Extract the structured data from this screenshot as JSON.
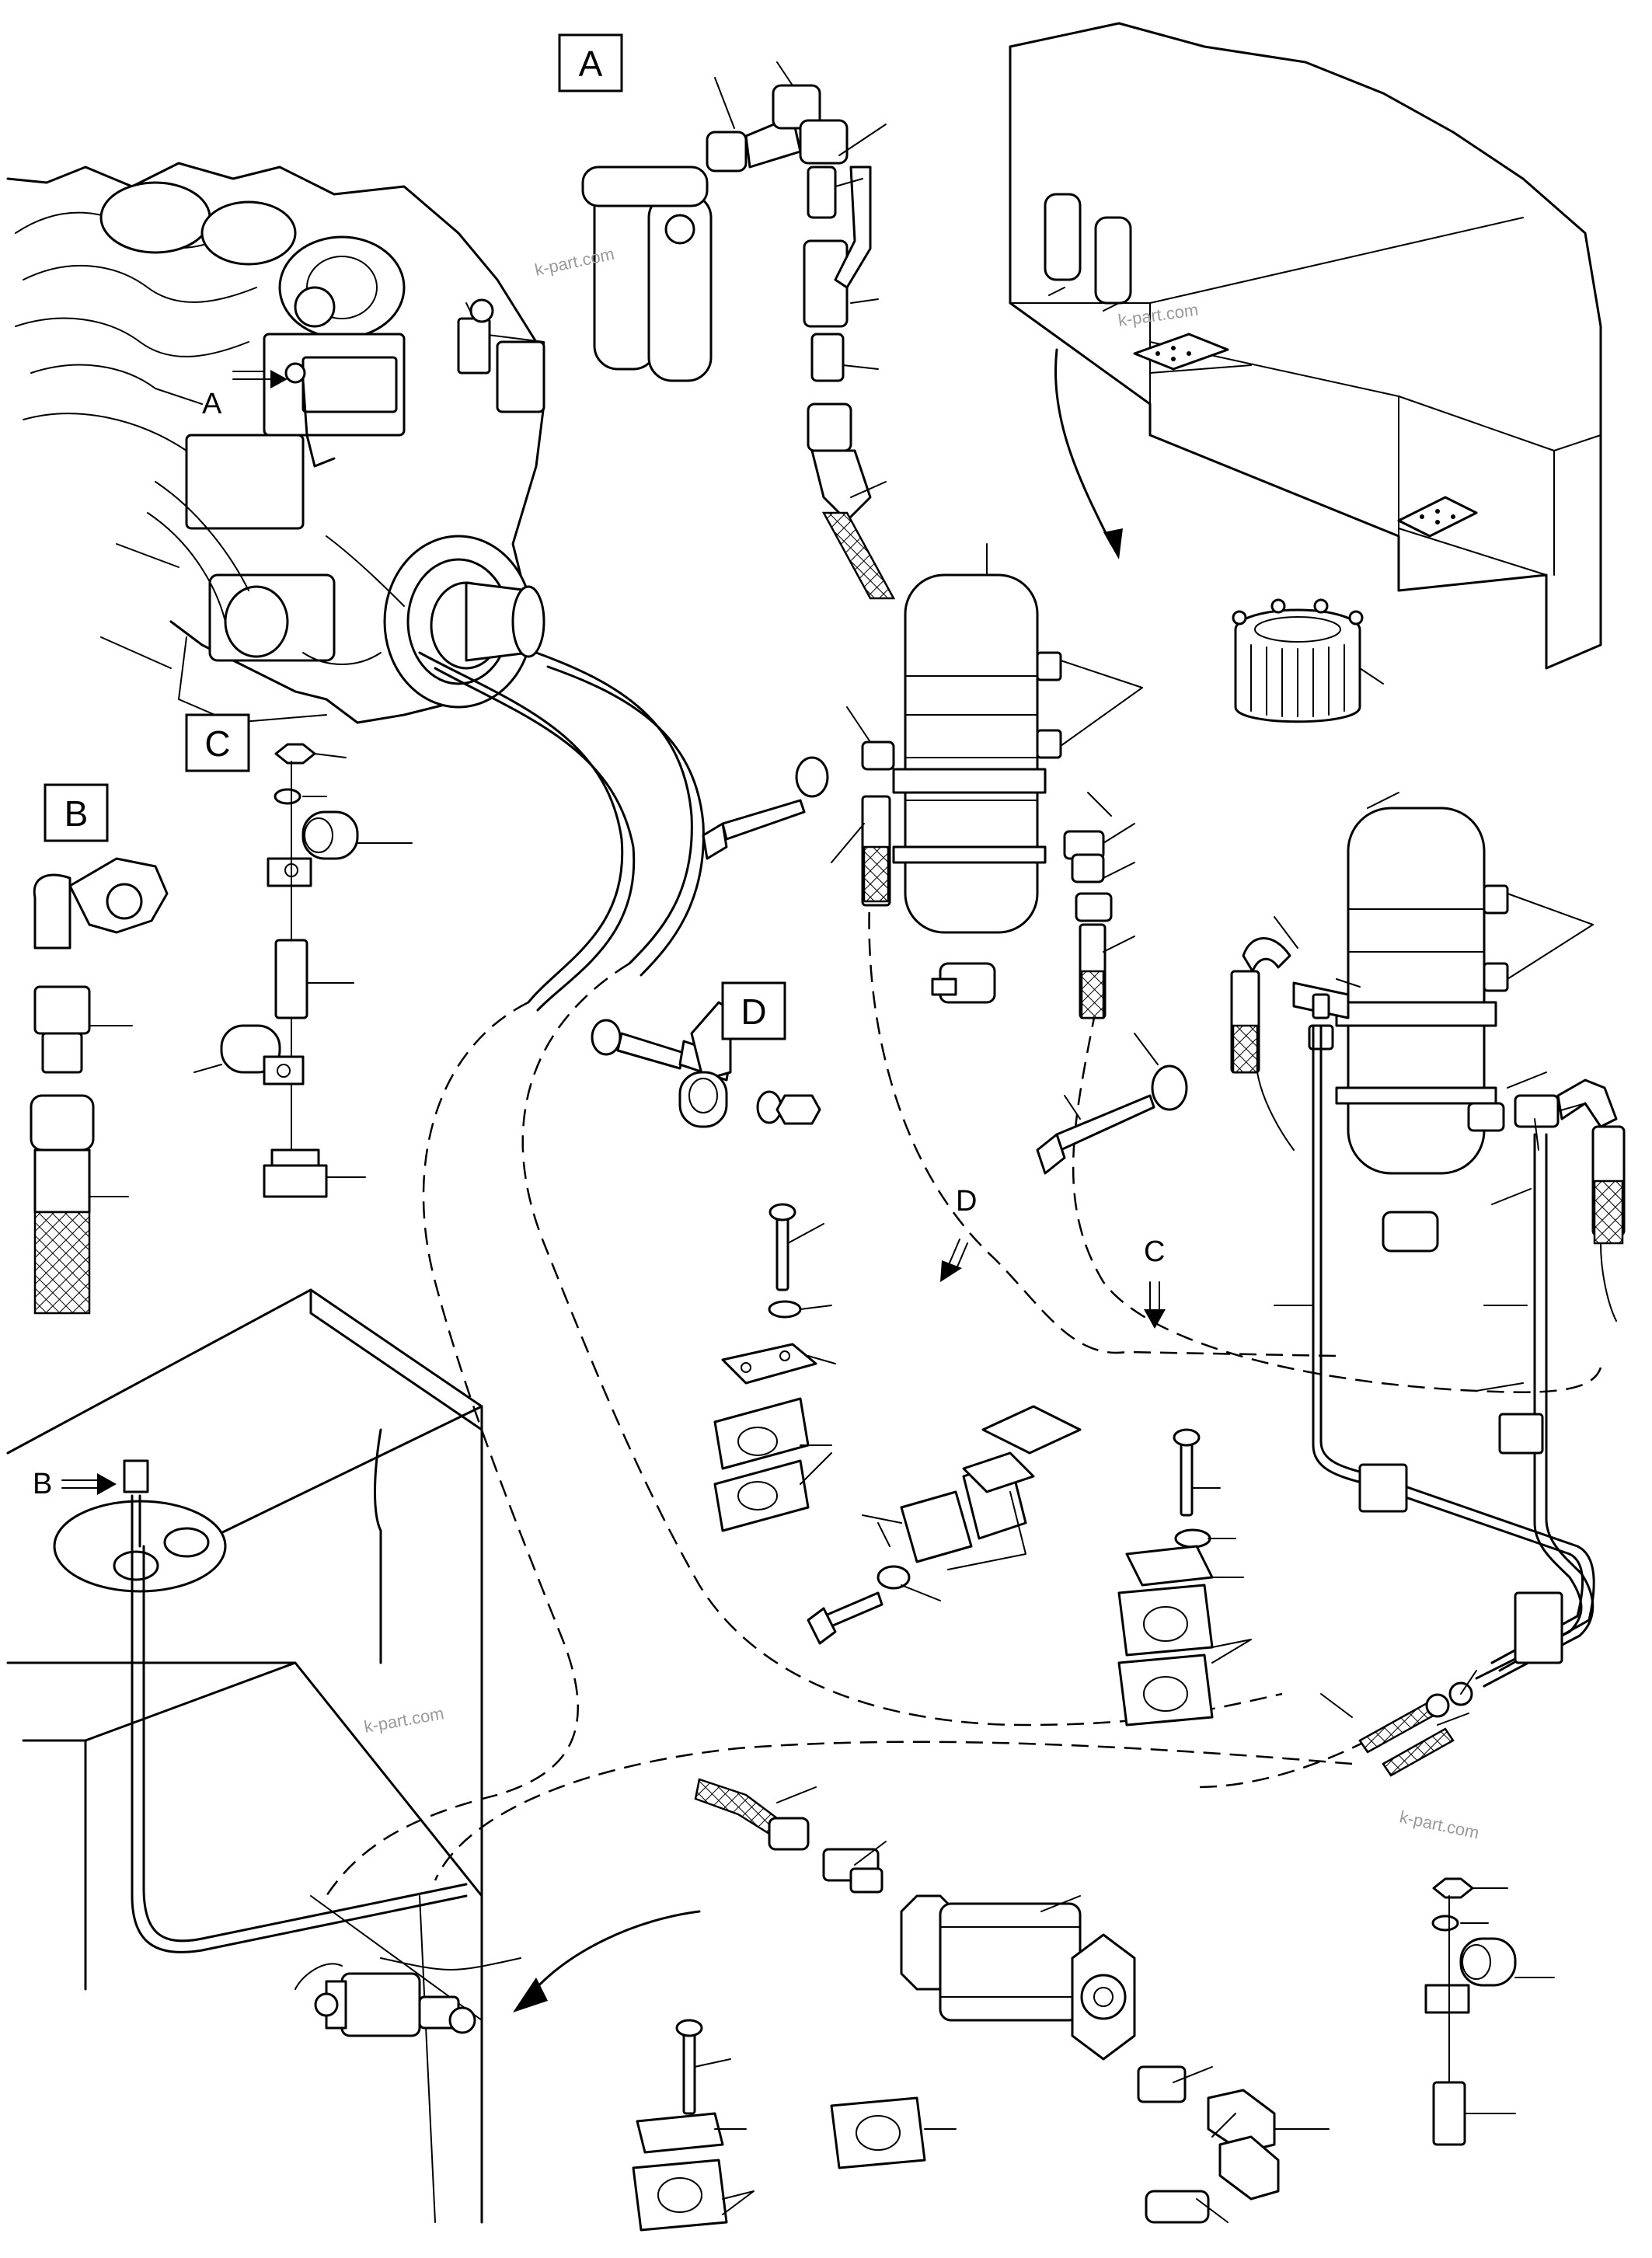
{
  "views": {
    "A": "A",
    "B": "B",
    "C": "C",
    "D": "D"
  },
  "pointers": {
    "engine_A": "A",
    "tank_B": "B",
    "filter_D": "D",
    "filter_C": "C"
  },
  "watermark": "k-part.com",
  "colors": {
    "line": "#000000",
    "background": "#ffffff",
    "watermark": "#9a9a9a"
  }
}
